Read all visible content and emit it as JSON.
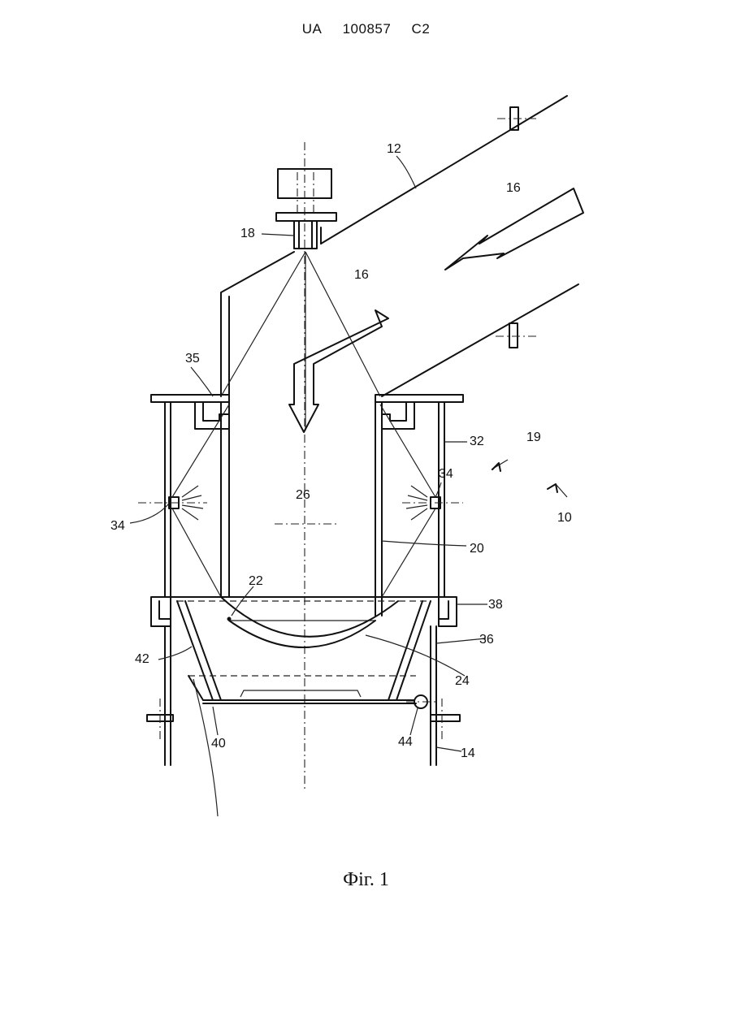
{
  "header": {
    "country": "UA",
    "number": "100857",
    "kind": "C2"
  },
  "figure": {
    "caption": "Фіг. 1",
    "labels": {
      "l10": "10",
      "l12": "12",
      "l14": "14",
      "l16a": "16",
      "l16b": "16",
      "l18": "18",
      "l19": "19",
      "l20": "20",
      "l22": "22",
      "l24": "24",
      "l26": "26",
      "l32": "32",
      "l34a": "34",
      "l34b": "34",
      "l35": "35",
      "l36": "36",
      "l38": "38",
      "l40": "40",
      "l42": "42",
      "l44": "44"
    }
  }
}
